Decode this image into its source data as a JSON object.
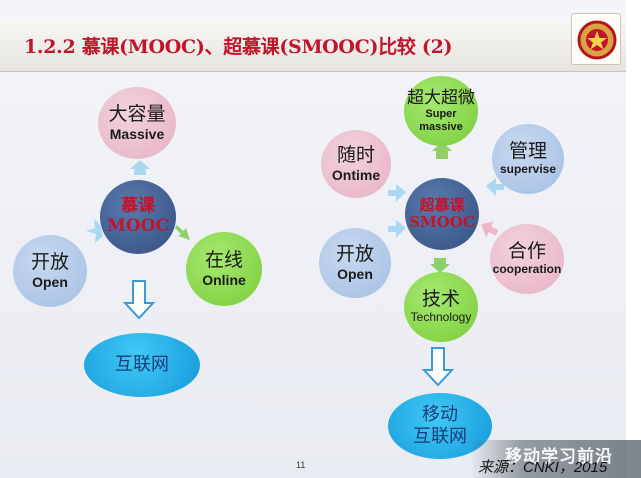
{
  "title": "1.2.2 慕课(MOOC)、超慕课(SMOOC)比较 (2)",
  "mooc": {
    "center_zh": "慕课",
    "center_en": "MOOC",
    "top_zh": "大容量",
    "top_en": "Massive",
    "left_zh": "开放",
    "left_en": "Open",
    "right_zh": "在线",
    "right_en": "Online",
    "bottom": "互联网"
  },
  "smooc": {
    "center_zh": "超慕课",
    "center_en": "SMOOC",
    "top_zh": "超大超微",
    "top_en": "Super massive",
    "upper_left_zh": "随时",
    "upper_left_en": "Ontime",
    "upper_right_zh": "管理",
    "upper_right_en": "supervise",
    "lower_left_zh": "开放",
    "lower_left_en": "Open",
    "lower_right_zh": "合作",
    "lower_right_en": "cooperation",
    "bottom_zh": "技术",
    "bottom_en": "Technology",
    "base_line1": "移动",
    "base_line2": "互联网"
  },
  "page_number": "11",
  "source": "来源：CNKI，2015",
  "watermark": "移动学习前沿",
  "colors": {
    "title_red": "#c0152a",
    "pink": "#e7b1c2",
    "blue": "#a4bee2",
    "green": "#7acc3a",
    "navy": "#344f82",
    "cyan": "#1398d8"
  }
}
